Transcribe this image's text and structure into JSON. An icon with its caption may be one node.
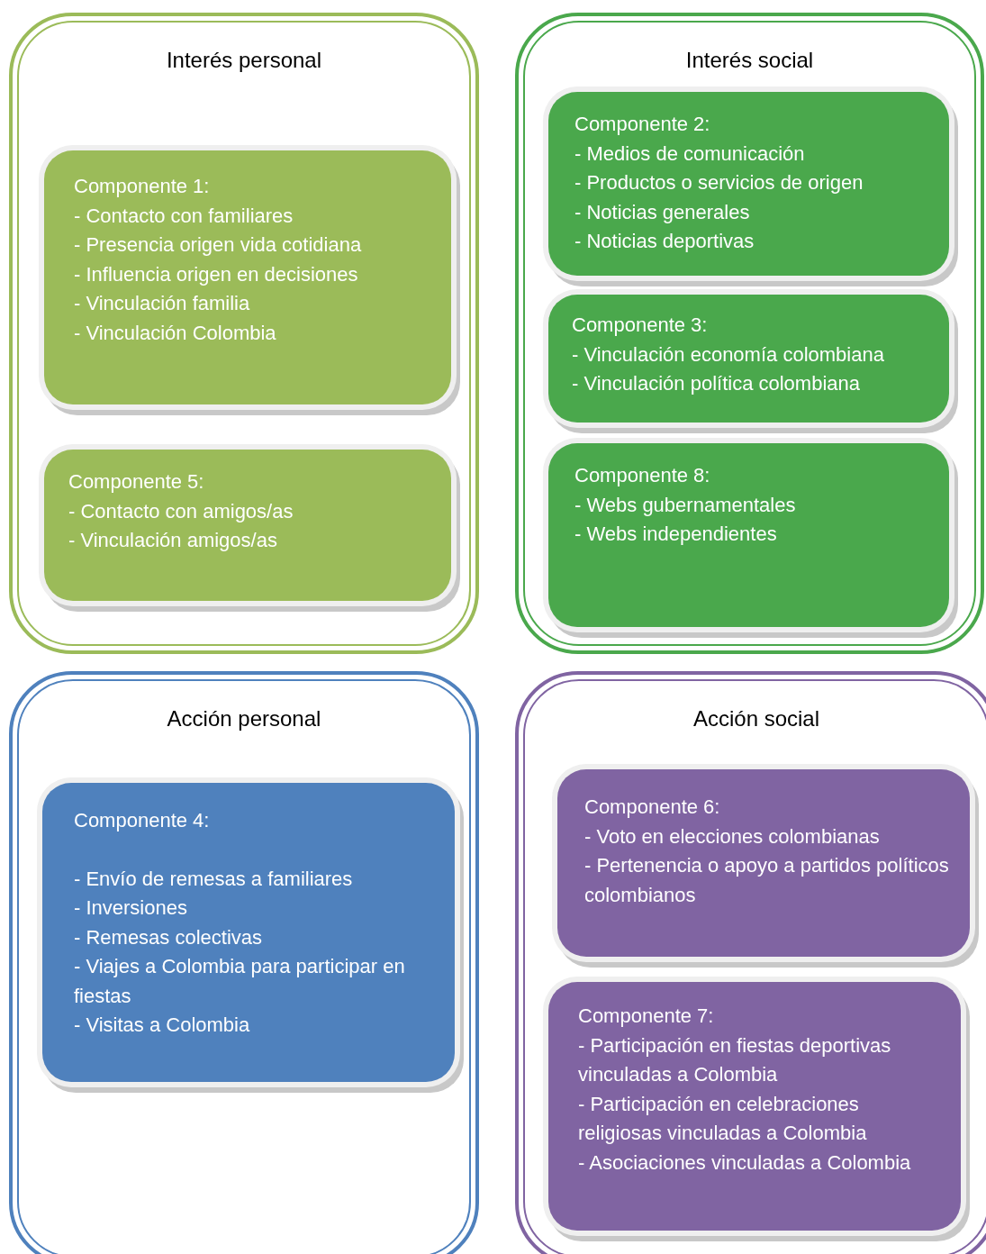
{
  "diagram": {
    "nodes": [
      {
        "text": [
          "Interés personal"
        ]
      },
      {
        "text": [
          "Componente 1:",
          "- Contacto con familiares",
          "- Presencia origen vida cotidiana",
          "- Influencia origen en decisiones",
          "- Vinculación familia",
          "- Vinculación Colombia"
        ],
        "in": 0
      },
      {
        "text": [
          "Componente 5:",
          "- Contacto con amigos/as",
          "- Vinculación amigos/as"
        ],
        "in": 0
      },
      {
        "text": [
          "Interés social"
        ]
      },
      {
        "text": [
          "Componente 2:",
          "- Medios de comunicación",
          "- Productos o servicios de origen",
          "- Noticias generales",
          "- Noticias deportivas"
        ],
        "in": 3
      },
      {
        "text": [
          "Componente 3:",
          "- Vinculación economía colombiana",
          "- Vinculación política colombiana"
        ],
        "in": 3
      },
      {
        "text": [
          "Componente 8:",
          "- Webs gubernamentales",
          "- Webs independientes"
        ],
        "in": 3
      },
      {
        "text": [
          "Acción personal"
        ]
      },
      {
        "text": [
          "Componente 4:",
          "- Envío de remesas a familiares",
          "- Inversiones",
          "- Remesas colectivas",
          "- Viajes a Colombia para participar en fiestas",
          "- Visitas a Colombia"
        ],
        "in": 7
      },
      {
        "text": [
          "Acción social"
        ]
      },
      {
        "text": [
          "Componente 6:",
          "- Voto en elecciones colombianas",
          "- Pertenencia o apoyo a partidos políticos colombianos"
        ],
        "in": 9
      },
      {
        "text": [
          "Componente 7:",
          "- Participación en fiestas deportivas vinculadas a Colombia",
          "- Participación en celebraciones religiosas vinculadas a Colombia",
          "- Asociaciones vinculadas a Colombia"
        ],
        "in": 9
      }
    ],
    "edges": []
  }
}
